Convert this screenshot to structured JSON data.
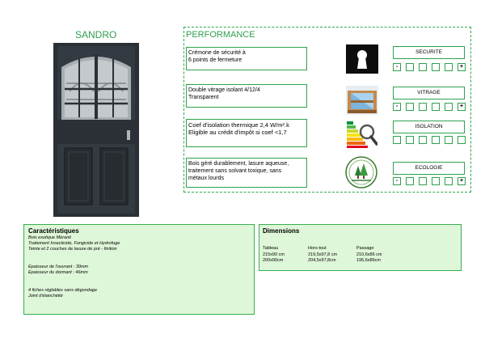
{
  "product": {
    "title": "SANDRO"
  },
  "performance": {
    "title": "PERFORMANCE",
    "features": [
      {
        "lines": [
          "Crémone de sécurité à",
          "6 points de fermeture"
        ]
      },
      {
        "lines": [
          "Double vitrage isolant 4/12/4",
          "Transparent"
        ]
      },
      {
        "lines": [
          "Coef d'isolation thermique 2,4 W/m².k",
          "Eligible au crédit d'impôt si coef <1,7"
        ]
      },
      {
        "lines": [
          "Bois géré durablement, lasure aqueuse,",
          "traitement sans solvant toxique, sans",
          "métaux lourds"
        ]
      }
    ],
    "ratings": [
      {
        "label": "SECURITE",
        "minus": "-",
        "plus": "+"
      },
      {
        "label": "VITRAGE",
        "minus": "-",
        "plus": "+"
      },
      {
        "label": "ISOLATION",
        "minus": "",
        "plus": ""
      },
      {
        "label": "ECOLOGIE",
        "minus": "-",
        "plus": "+"
      }
    ],
    "icons": [
      "keyhole-icon",
      "window-glazing-icon",
      "energy-rating-icon",
      "eco-forest-label-icon"
    ]
  },
  "characteristics": {
    "title": "Caractéristiques",
    "lines": [
      "Bois exotique Méranti",
      "Traitement Insecticide, Fongicide et Hydrofuge",
      "Teinte et 2 couches de lasure de pré - finition",
      "",
      "",
      "Epaisseur de l'ouvrant : 39mm",
      "Epaisseur du dormant : 46mm",
      "",
      "",
      "4 fiches réglables sans dégondage",
      "Joint d'étanchéité"
    ]
  },
  "dimensions": {
    "title": "Dimensions",
    "headers": [
      "Tableau",
      "Hors-tout",
      "Passage"
    ],
    "rows": [
      [
        "215x90 cm",
        "219,5x97,8 cm",
        "210,6x86 cm"
      ],
      [
        "200x90cm",
        "204,5x97,8cm",
        "195,6x86cm"
      ]
    ]
  },
  "colors": {
    "accent": "#2e9e4f",
    "panel_bg": "#dff7d9",
    "door": "#2b3036"
  }
}
